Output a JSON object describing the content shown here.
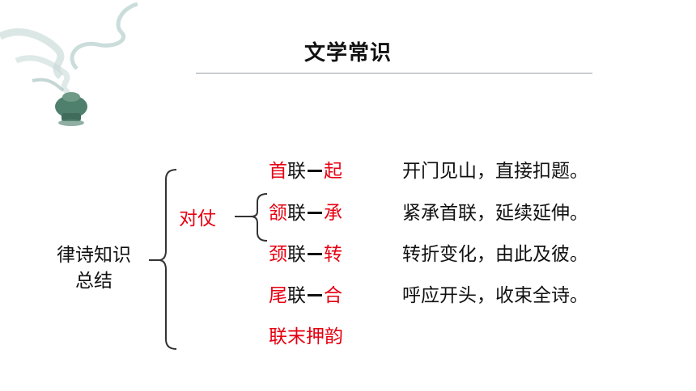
{
  "title": "文学常识",
  "root_label": [
    "律诗知识",
    "总结"
  ],
  "duizhang": "对仗",
  "rows": [
    {
      "head": "首",
      "lian": "联",
      "key": "起",
      "desc": "开门见山，直接扣题。"
    },
    {
      "head": "颔",
      "lian": "联",
      "key": "承",
      "desc": "紧承首联，延续延伸。"
    },
    {
      "head": "颈",
      "lian": "联",
      "key": "转",
      "desc": "转折变化，由此及彼。"
    },
    {
      "head": "尾",
      "lian": "联",
      "key": "合",
      "desc": "呼应开头，收束全诗。"
    }
  ],
  "rhyme": "联末押韵",
  "colors": {
    "accent": "#e60012",
    "text": "#111111"
  },
  "icons": {
    "decoration": "smoke-incense-burner-illustration"
  }
}
